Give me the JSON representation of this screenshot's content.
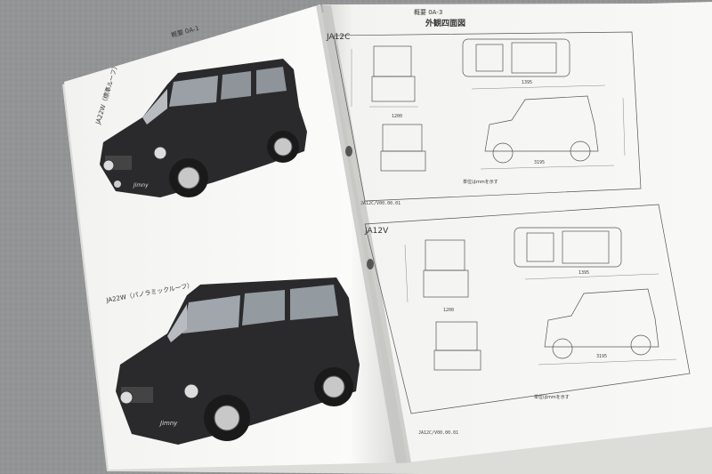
{
  "left_page": {
    "header": "概要 0A-1",
    "top_caption": "JA22W（標準ルーフ）",
    "bottom_caption": "JA22W（パノラミックルーフ）",
    "badge_top": "Jimny",
    "badge_bottom": "Jimny"
  },
  "right_page": {
    "header": "概要 0A-3",
    "title": "外観四面図",
    "section1": "JA12C",
    "section2": "JA12V",
    "note1": "単位はmmを示す",
    "note2": "単位はmmを示す",
    "footer1": "JA12C/V00.00.01",
    "footer2": "JA12C/V00.00.01"
  },
  "colors": {
    "background": "#8d8f90",
    "paper": "#f7f7f5",
    "car_body": "#2a2a2c"
  }
}
